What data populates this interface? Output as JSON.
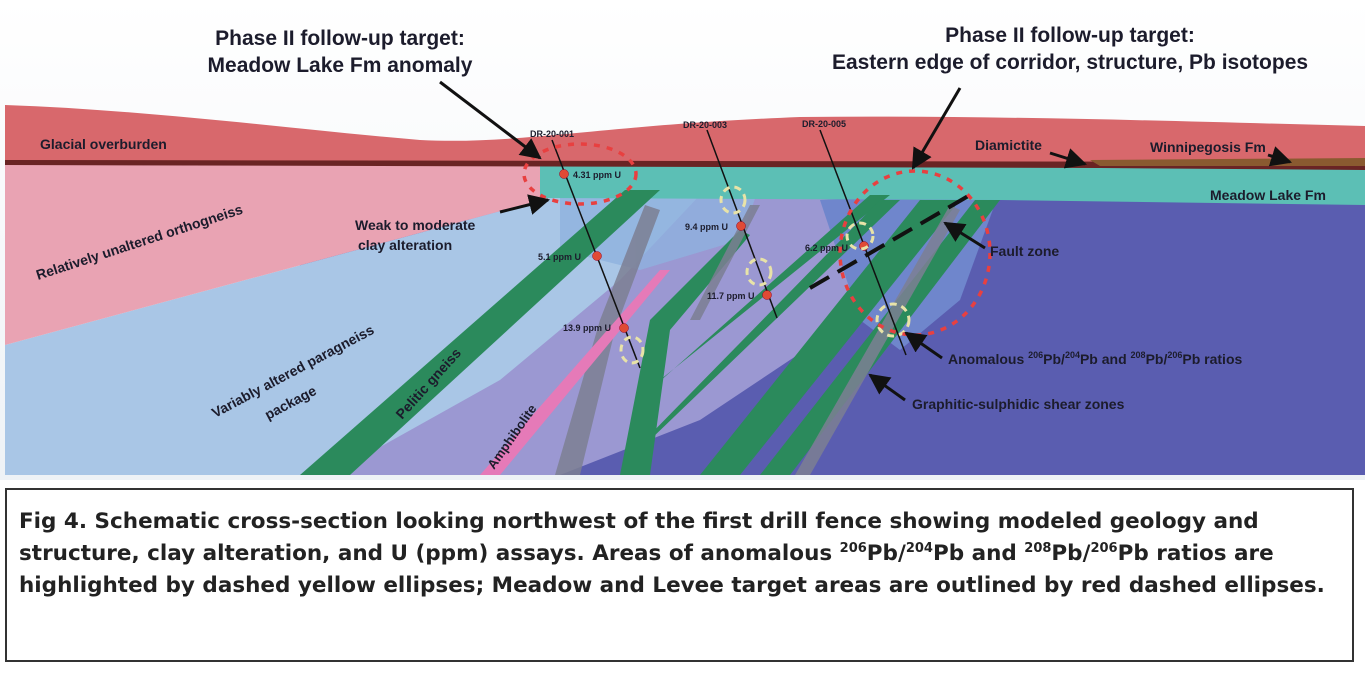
{
  "title_left": {
    "line1": "Phase II follow-up target:",
    "line2": "Meadow Lake Fm anomaly"
  },
  "title_right": {
    "line1": "Phase II follow-up target:",
    "line2": "Eastern edge of corridor, structure, Pb isotopes"
  },
  "units": {
    "glacial": "Glacial overburden",
    "diamictite": "Diamictite",
    "winnipegosis": "Winnipegosis Fm",
    "meadow_lake": "Meadow Lake Fm",
    "orthogneiss": "Relatively unaltered orthogneiss",
    "clay_line1": "Weak to moderate",
    "clay_line2": "clay alteration",
    "paragneiss_line1": "Variably altered paragneiss",
    "paragneiss_line2": "package",
    "pelitic": "Pelitic gneiss",
    "amphibolite": "Amphibolite",
    "fault": "Fault zone",
    "shear": "Graphitic-sulphidic shear zones"
  },
  "anomalous": {
    "a": "Anomalous ",
    "s1": "206",
    "b": "Pb/",
    "s2": "204",
    "c": "Pb and ",
    "s3": "208",
    "d": "Pb/",
    "s4": "206",
    "e": "Pb ratios"
  },
  "drillholes": [
    "DR-20-001",
    "DR-20-003",
    "DR-20-005"
  ],
  "assays": [
    "4.31 ppm U",
    "5.1 ppm U",
    "13.9 ppm U",
    "9.4 ppm U",
    "11.7 ppm U",
    "6.2 ppm U"
  ],
  "caption": {
    "p1": "Fig  4. Schematic cross-section looking northwest of the first drill fence showing modeled geology and structure, clay alteration, and U (ppm) assays. Areas of anomalous ",
    "s1": "206",
    "p2": "Pb/",
    "s2": "204",
    "p3": "Pb and ",
    "s3": "208",
    "p4": "Pb/",
    "s4": "206",
    "p5": "Pb ratios are highlighted by dashed yellow ellipses; Meadow and Levee target areas are outlined by red dashed ellipses."
  },
  "colors": {
    "overburden": "#d8686c",
    "orthogneiss": "#e9a3b3",
    "paragneiss": "#a9c6e6",
    "meadow": "#5cbfb5",
    "basement": "#5a5db0",
    "green": "#2b8a5c"
  }
}
